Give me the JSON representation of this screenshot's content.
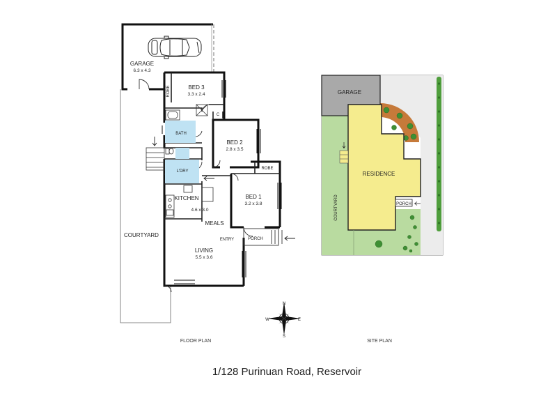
{
  "title": "1/128 Purinuan Road, Reservoir",
  "captions": {
    "floor_plan": "FLOOR PLAN",
    "site_plan": "SITE PLAN"
  },
  "floor_plan": {
    "rooms": {
      "garage": {
        "name": "GARAGE",
        "dims": "6.3 x 4.3"
      },
      "bed3": {
        "name": "BED 3",
        "dims": "3.3 x 2.4"
      },
      "robe3": {
        "name": "ROBE"
      },
      "bath": {
        "name": "BATH"
      },
      "bed2": {
        "name": "BED 2",
        "dims": "2.8 x 3.5"
      },
      "c": {
        "name": "C"
      },
      "laundry": {
        "name": "L'DRY"
      },
      "robe1": {
        "name": "ROBE"
      },
      "bed1": {
        "name": "BED 1",
        "dims": "3.2 x 3.8"
      },
      "kitchen": {
        "name": "KITCHEN",
        "dims": "4.6 x 3.0"
      },
      "meals": {
        "name": "MEALS"
      },
      "entry": {
        "name": "ENTRY"
      },
      "porch": {
        "name": "PORCH"
      },
      "living": {
        "name": "LIVING",
        "dims": "5.5 x 3.6"
      },
      "courtyard": {
        "name": "COURTYARD"
      }
    }
  },
  "site_plan": {
    "labels": {
      "garage": "GARAGE",
      "residence": "RESIDENCE",
      "courtyard": "COURTYARD",
      "porch": "PORCH"
    },
    "colors": {
      "residence": "#f5ec8e",
      "garage": "#a9a9a9",
      "lawn": "#b9dba0",
      "garden_bed": "#c67a3a",
      "driveway": "#e9e9e9",
      "hedge": "#4f9e3c"
    }
  },
  "compass": {
    "n": "N",
    "s": "S",
    "e": "E",
    "w": "W"
  }
}
